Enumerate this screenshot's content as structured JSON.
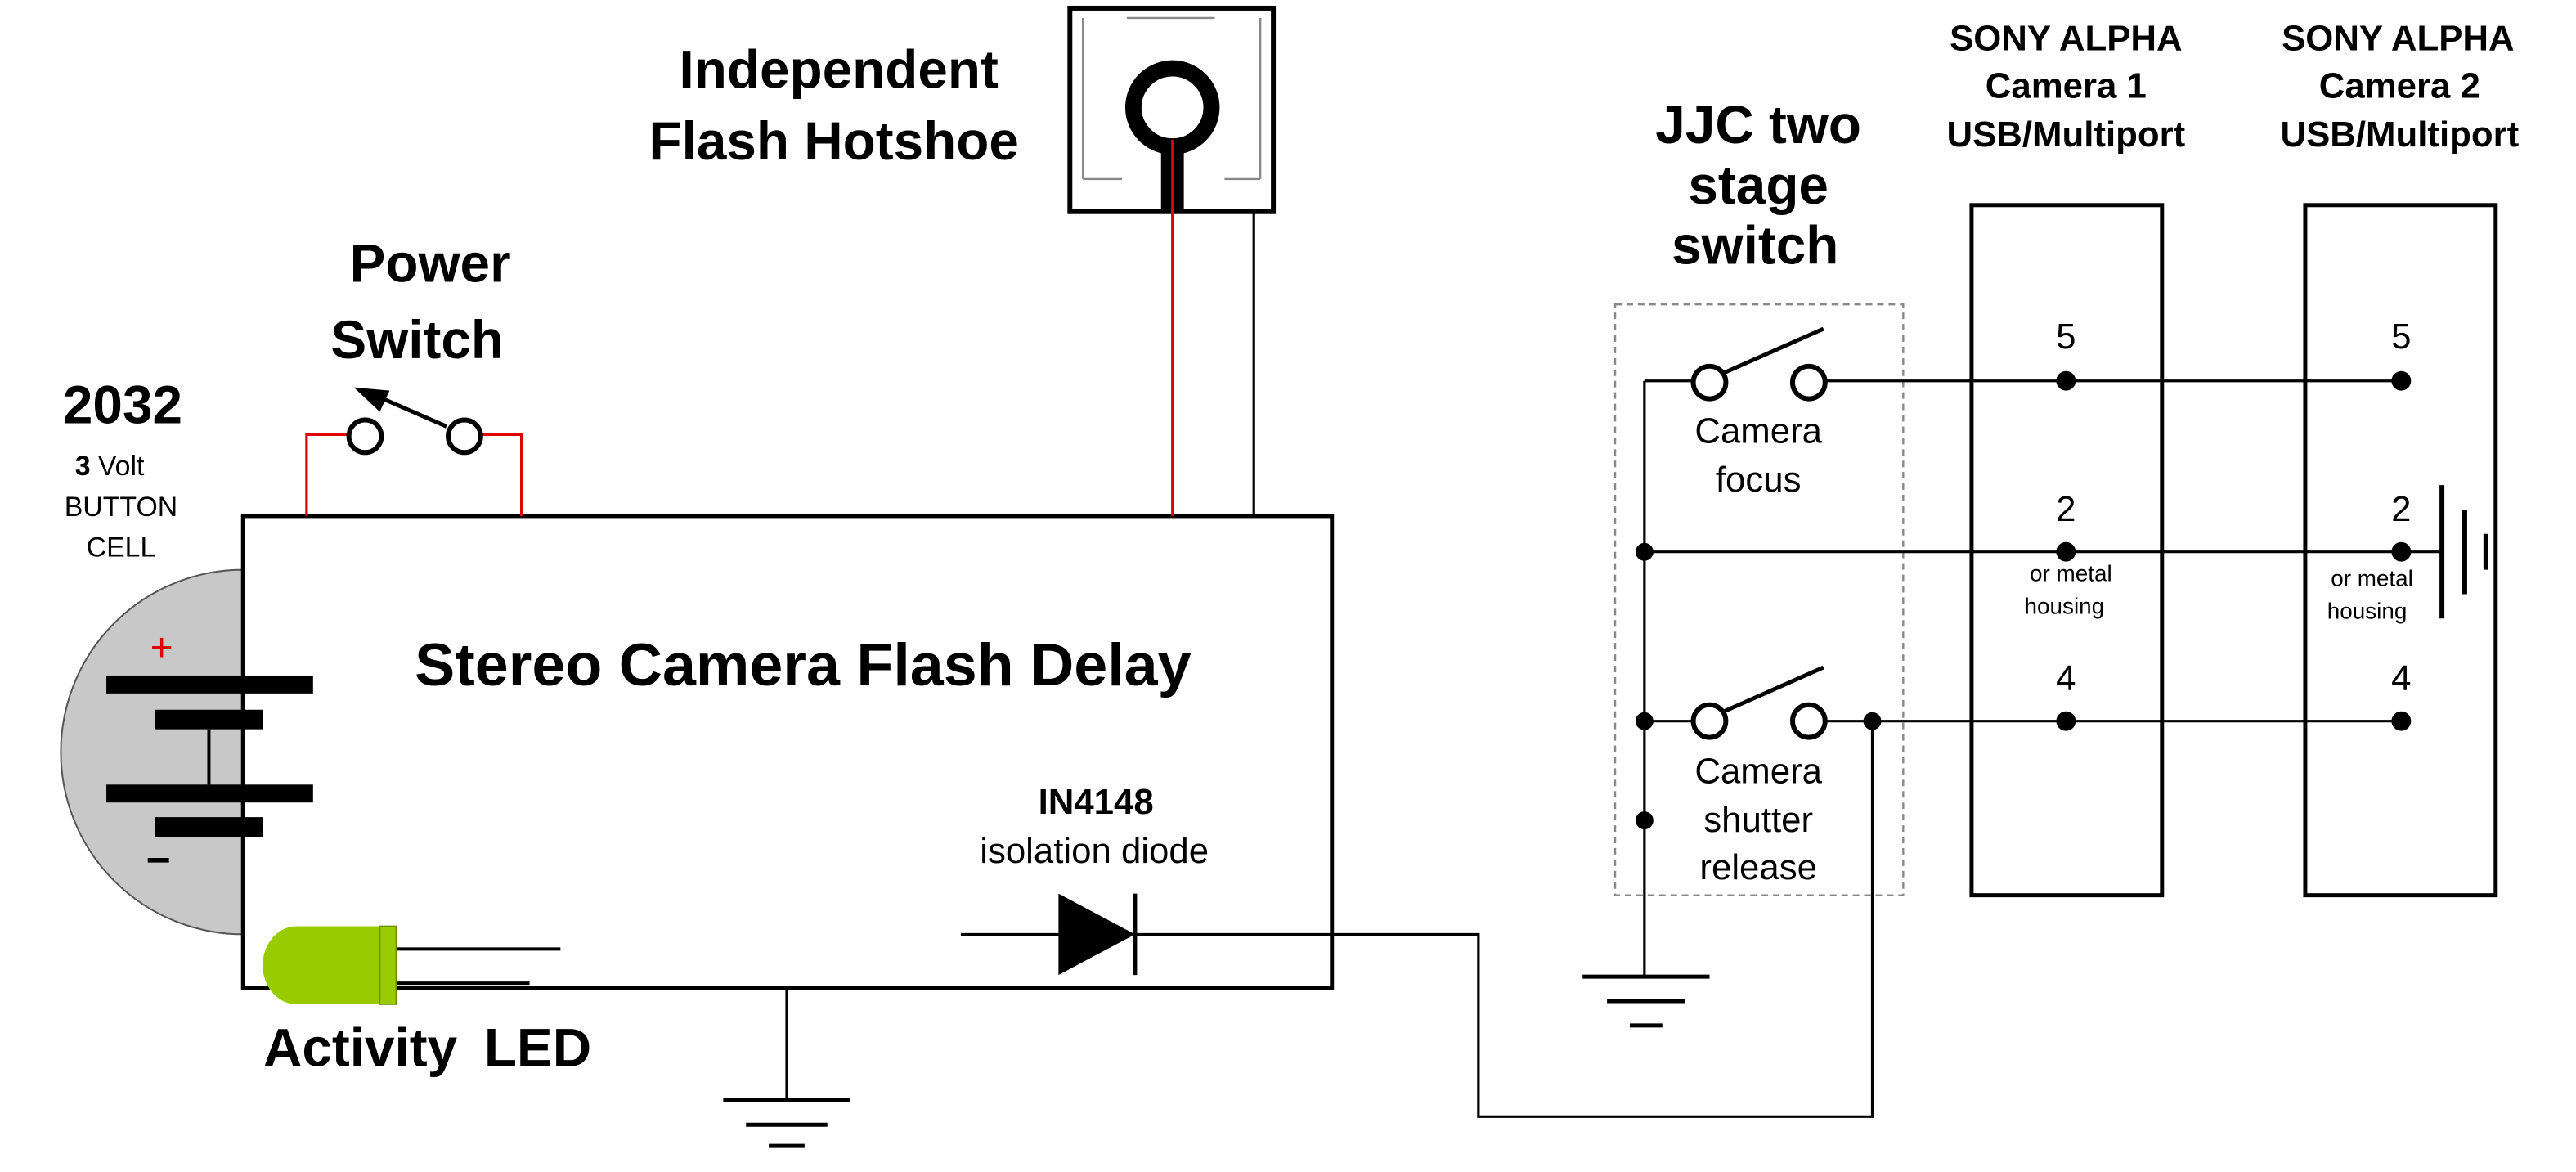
{
  "labels": {
    "hotshoe_line1": "Independent",
    "hotshoe_line2": "Flash Hotshoe",
    "power_line1": "Power",
    "power_line2": "Switch",
    "cell_model": "2032",
    "cell_volt_num": "3",
    "cell_volt_unit": "Volt",
    "cell_line3": "BUTTON",
    "cell_line4": "CELL",
    "cell_plus": "+",
    "cell_minus": "−",
    "module_title": "Stereo Camera Flash Delay",
    "diode_part": "IN4148",
    "diode_desc": "isolation diode",
    "led_word1": "Activity",
    "led_word2": "LED",
    "jjc_line1": "JJC two",
    "jjc_line2": "stage",
    "jjc_line3": "switch",
    "focus_line1": "Camera",
    "focus_line2": "focus",
    "shutter_line1": "Camera",
    "shutter_line2": "shutter",
    "shutter_line3": "release",
    "cam1_line1": "SONY ALPHA",
    "cam1_line2": "Camera 1",
    "cam1_line3": "USB/Multiport",
    "cam2_line1": "SONY ALPHA",
    "cam2_line2": "Camera 2",
    "cam2_line3": "USB/Multiport",
    "pin5": "5",
    "pin2": "2",
    "pin4": "4",
    "metal_line1": "or metal",
    "metal_line2": "housing"
  },
  "colors": {
    "wire": "#000000",
    "power_wire": "#e00000",
    "led": "#99cc00",
    "cell": "#c8c8c8",
    "dashed_box": "#888888"
  }
}
